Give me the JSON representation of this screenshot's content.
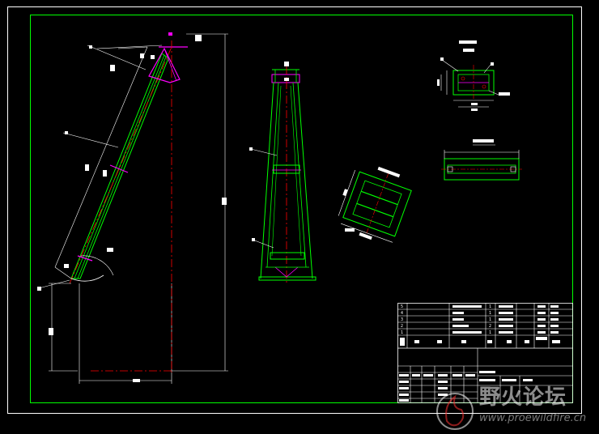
{
  "colors": {
    "background": "#000000",
    "frame": "#ffffff",
    "inner_frame": "#00ff00",
    "part_outline": "#00ff00",
    "centerline": "#ff0000",
    "dimension": "#ffffff",
    "highlight": "#ff00ff"
  },
  "watermark": {
    "title": "野火论坛",
    "url": "www.proewildfire.cn",
    "logo_icon": "flame-logo-icon"
  },
  "title_block": {
    "bom_rows": [
      {
        "no": "5",
        "qty": "1"
      },
      {
        "no": "4",
        "qty": "1"
      },
      {
        "no": "3",
        "qty": "1"
      },
      {
        "no": "2",
        "qty": "2"
      },
      {
        "no": "1",
        "qty": "1"
      }
    ]
  }
}
